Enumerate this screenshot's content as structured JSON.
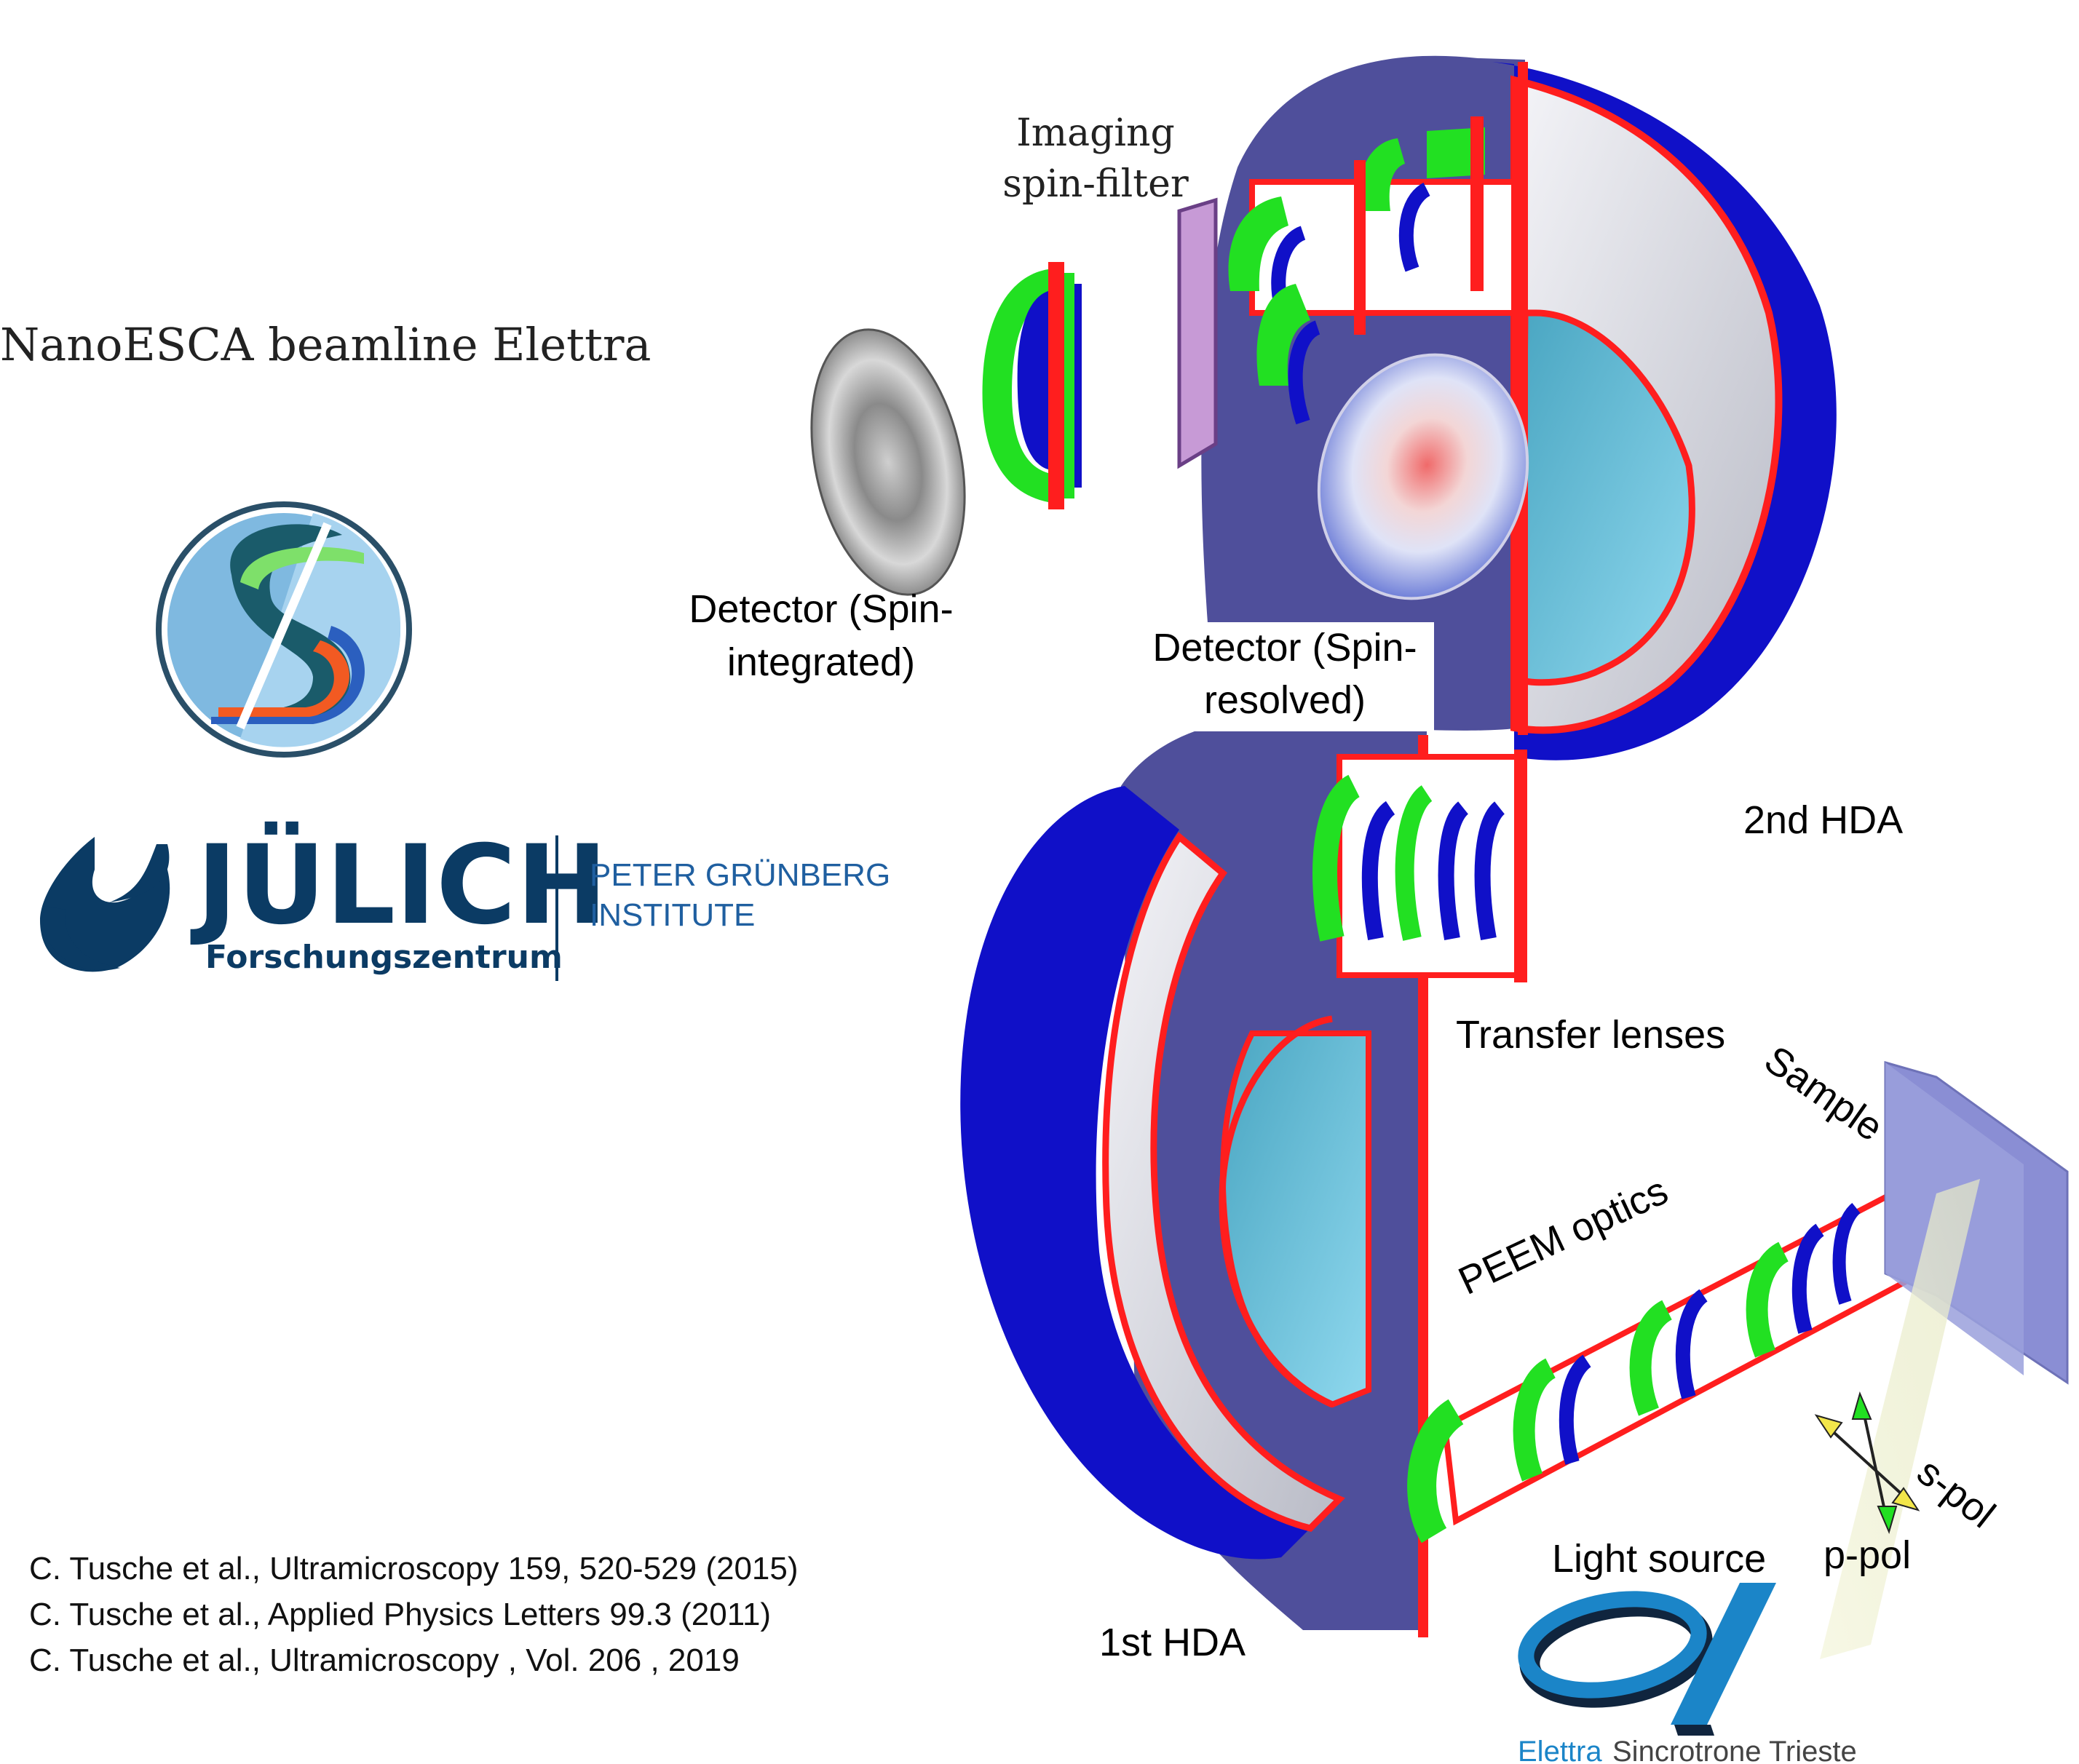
{
  "title": "NanoESCA beamline Elettra",
  "labels": {
    "imaging_line1": "Imaging",
    "imaging_line2": "spin-filter",
    "det_int_line1": "Detector (Spin-",
    "det_int_line2": "integrated)",
    "det_res_line1": "Detector (Spin-",
    "det_res_line2": "resolved)",
    "hda2": "2nd HDA",
    "transfer": "Transfer lenses",
    "sample": "Sample",
    "peem": "PEEM optics",
    "spol": "s-pol",
    "ppol": "p-pol",
    "light": "Light source",
    "hda1": "1st HDA"
  },
  "logos": {
    "julich_word": "JÜLICH",
    "julich_sub": "Forschungszentrum",
    "pgi_line1": "PETER GRÜNBERG",
    "pgi_line2": "INSTITUTE",
    "elettra_word": "Elettra",
    "elettra_rest": "Sincrotrone Trieste"
  },
  "references": [
    "C. Tusche et al., Ultramicroscopy 159, 520-529 (2015)",
    "C. Tusche et al., Applied Physics Letters 99.3 (2011)",
    "C. Tusche et al., Ultramicroscopy , Vol. 206 , 2019"
  ],
  "colors": {
    "chamber_blue": "#4f4f9b",
    "deep_blue": "#1010c8",
    "red_edge": "#ff1e1e",
    "lens_green": "#22e022",
    "julich_navy": "#0b3b64",
    "elettra_blue": "#1b85c8"
  }
}
